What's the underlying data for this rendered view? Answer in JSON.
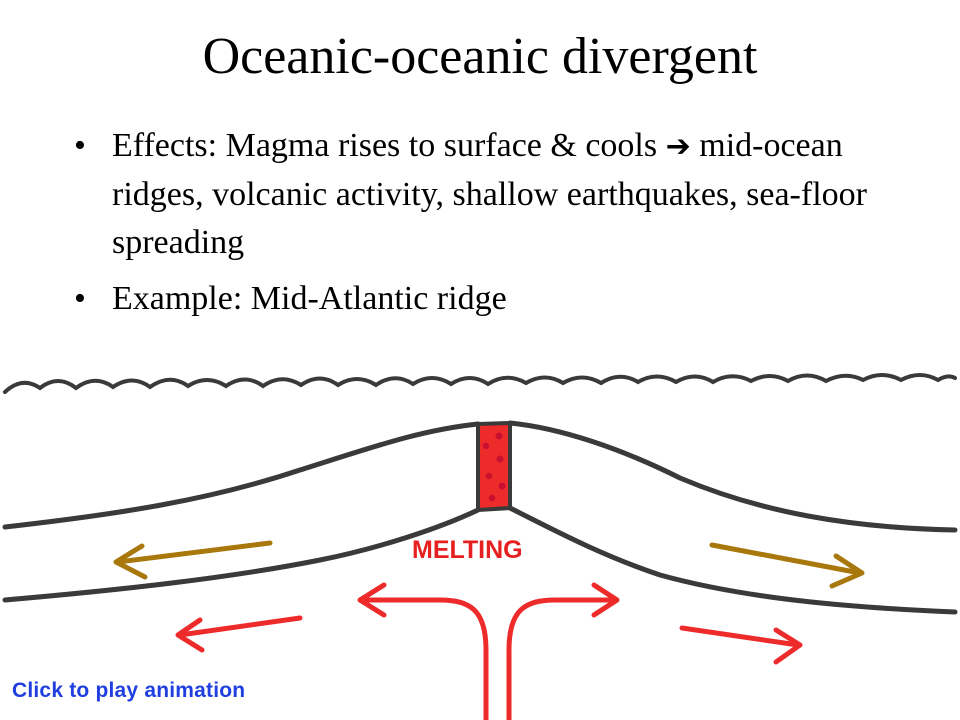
{
  "slide": {
    "title": "Oceanic-oceanic divergent",
    "bullets": [
      {
        "marker": "•",
        "text_before_arrow": "Effects: Magma rises to surface & cools ",
        "arrow_glyph": "➔",
        "text_after_arrow": " mid-ocean ridges, volcanic activity, shallow earthquakes, sea-floor spreading"
      },
      {
        "marker": "•",
        "text": "Example: Mid-Atlantic ridge"
      }
    ]
  },
  "diagram": {
    "melting_label": "MELTING",
    "colors": {
      "outline": "#3a3a3a",
      "magma": "#ee2b2b",
      "magma_dots": "#c8102e",
      "arrow_red": "#ee2b2b",
      "arrow_brown": "#a8780c",
      "melting_text": "#e62020"
    }
  },
  "play_link": {
    "label": "Click to play animation",
    "color": "#1f3fe0"
  }
}
